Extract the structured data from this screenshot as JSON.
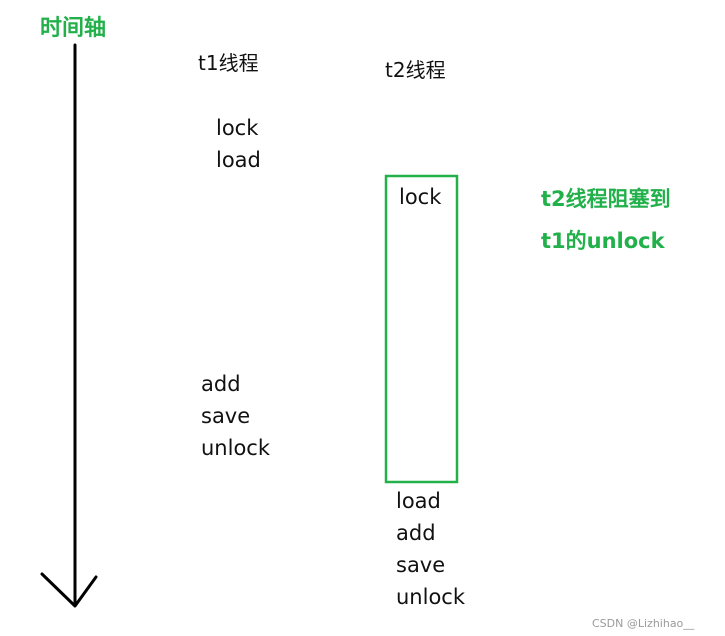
{
  "diagram": {
    "timeline_label": "时间轴",
    "thread1": {
      "label": "t1线程",
      "ops_before": [
        "lock",
        "load"
      ],
      "ops_after": [
        "add",
        "save",
        "unlock"
      ]
    },
    "thread2": {
      "label": "t2线程",
      "blocked_op": "lock",
      "ops_after": [
        "load",
        "add",
        "save",
        "unlock"
      ]
    },
    "note_lines": [
      "t2线程阻塞到",
      "t1的unlock"
    ],
    "colors": {
      "accent": "#22b04a",
      "text": "#111111",
      "axis": "#000000"
    }
  },
  "watermark": "CSDN @Lizhihao__"
}
